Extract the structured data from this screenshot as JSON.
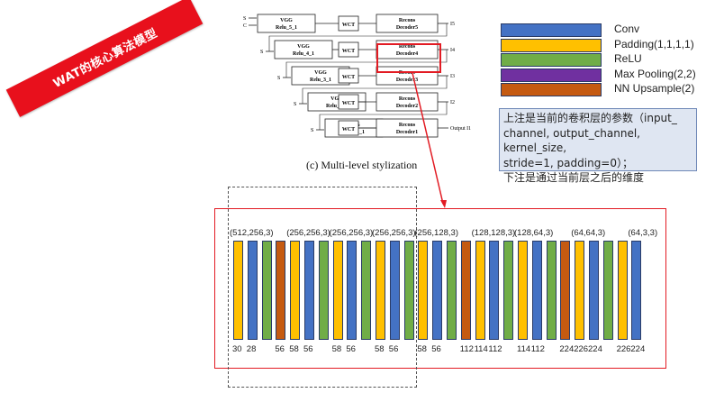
{
  "banner": {
    "text": "WAT的核心算法模型"
  },
  "figure": {
    "caption": "(c) Multi-level stylization",
    "rows": [
      {
        "input": "C",
        "input2": "S",
        "vgg_line1": "VGG",
        "vgg_line2": "Relu_5_1",
        "wct": "WCT",
        "dec_line1": "Recons",
        "dec_line2": "Decoder5",
        "out": "I5"
      },
      {
        "input": "S",
        "vgg_line1": "VGG",
        "vgg_line2": "Relu_4_1",
        "wct": "WCT",
        "dec_line1": "Recons",
        "dec_line2": "Decoder4",
        "out": "I4"
      },
      {
        "input": "S",
        "vgg_line1": "VGG",
        "vgg_line2": "Relu_3_1",
        "wct": "WCT",
        "dec_line1": "Recons",
        "dec_line2": "Decoder3",
        "out": "I3"
      },
      {
        "input": "S",
        "vgg_line1": "VGG",
        "vgg_line2": "Relu_2_1",
        "wct": "WCT",
        "dec_line1": "Recons",
        "dec_line2": "Decoder2",
        "out": "I2"
      },
      {
        "input": "S",
        "vgg_line1": "VGG",
        "vgg_line2": "Relu_1_1",
        "wct": "WCT",
        "dec_line1": "Recons",
        "dec_line2": "Decoder1",
        "out": "Output I1"
      }
    ]
  },
  "legend": [
    {
      "label": "Conv",
      "color": "#4472c4"
    },
    {
      "label": "Padding(1,1,1,1)",
      "color": "#ffc000"
    },
    {
      "label": "ReLU",
      "color": "#70ad47"
    },
    {
      "label": "Max Pooling(2,2)",
      "color": "#7030a0"
    },
    {
      "label": "NN Upsample(2)",
      "color": "#c55a11"
    }
  ],
  "note": {
    "line1": "上注是当前的卷积层的参数（input_",
    "line2": "channel, output_channel, kernel_size,",
    "line3": "stride=1, padding=0）；",
    "line4": "下注是通过当前层之后的维度"
  },
  "layers": [
    "pad",
    "conv",
    "relu",
    "up",
    "pad",
    "conv",
    "relu",
    "pad",
    "conv",
    "relu",
    "pad",
    "conv",
    "relu",
    "pad",
    "conv",
    "relu",
    "up",
    "pad",
    "conv",
    "relu",
    "pad",
    "conv",
    "relu",
    "up",
    "pad",
    "conv",
    "relu",
    "pad",
    "conv"
  ],
  "colors": {
    "pad": "#ffc000",
    "conv": "#4472c4",
    "relu": "#70ad47",
    "up": "#c55a11"
  },
  "top_labels": [
    "(512,256,3)",
    "(256,256,3)",
    "(256,256,3)",
    "(256,256,3)",
    "(256,128,3)",
    "(128,128,3)",
    "(128,64,3)",
    "(64,64,3)",
    "(64,3,3)"
  ],
  "bottom_labels": [
    "30",
    "28",
    "56",
    "58",
    "56",
    "58",
    "56",
    "58",
    "56",
    "58",
    "56",
    "112",
    "114",
    "112",
    "114",
    "112",
    "224",
    "226",
    "224",
    "226",
    "224"
  ]
}
